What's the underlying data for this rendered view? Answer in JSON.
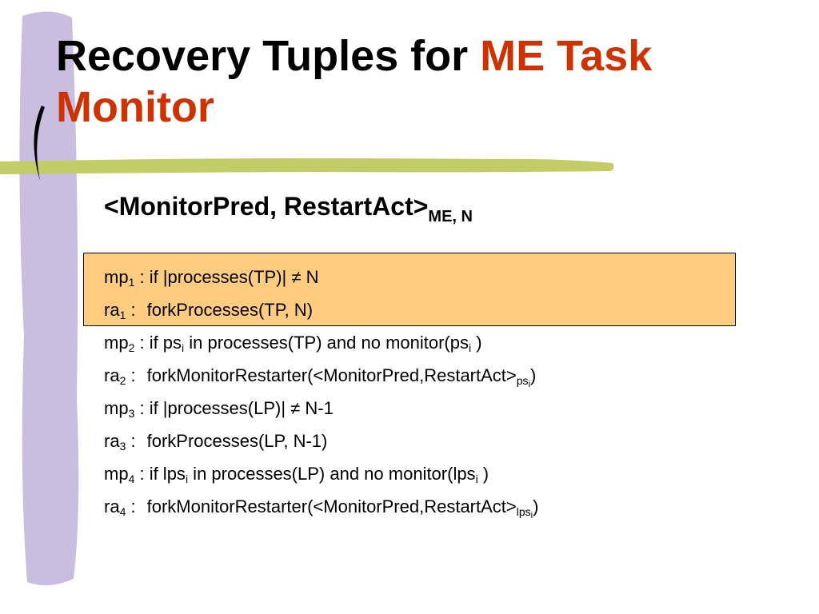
{
  "slide": {
    "title_plain": "Recovery Tuples for ",
    "title_accent_1": "ME Task",
    "title_accent_2": "Monitor",
    "tuple_text": "<MonitorPred, RestartAct>",
    "tuple_sub": "ME, N"
  },
  "lines": {
    "mp1": {
      "pre": "mp",
      "idx": "1",
      "body": " : if |processes(TP)| ≠ N"
    },
    "ra1": {
      "pre": "ra",
      "idx": "1",
      "sep": " :",
      "body": "forkProcesses(TP, N)"
    },
    "mp2": {
      "pre": "mp",
      "idx": "2",
      "a": " : if ps",
      "i1": "i",
      "b": " in processes(TP) and no monitor(ps",
      "i2": "i",
      "c": " )"
    },
    "ra2": {
      "pre": "ra",
      "idx": "2",
      "sep": " :",
      "body": "forkMonitorRestarter(<MonitorPred,RestartAct>",
      "s1": "ps",
      "s2": "i",
      "end": ")"
    },
    "mp3": {
      "pre": "mp",
      "idx": "3",
      "body": " : if |processes(LP)| ≠ N-1"
    },
    "ra3": {
      "pre": "ra",
      "idx": "3",
      "sep": " :",
      "body": "forkProcesses(LP, N-1)"
    },
    "mp4": {
      "pre": "mp",
      "idx": "4",
      "a": " :  if lps",
      "i1": "i",
      "b": " in processes(LP) and no monitor(lps",
      "i2": "i",
      "c": " )"
    },
    "ra4": {
      "pre": "ra",
      "idx": "4",
      "sep": " :",
      "body": "forkMonitorRestarter(<MonitorPred,RestartAct>",
      "s1": "lps",
      "s2": "i",
      "end": ")"
    }
  },
  "colors": {
    "accent": "#cc3300",
    "highlight": "#ffcc80",
    "side_bar": "#c9bedf",
    "stripe": "#c3cc66"
  }
}
